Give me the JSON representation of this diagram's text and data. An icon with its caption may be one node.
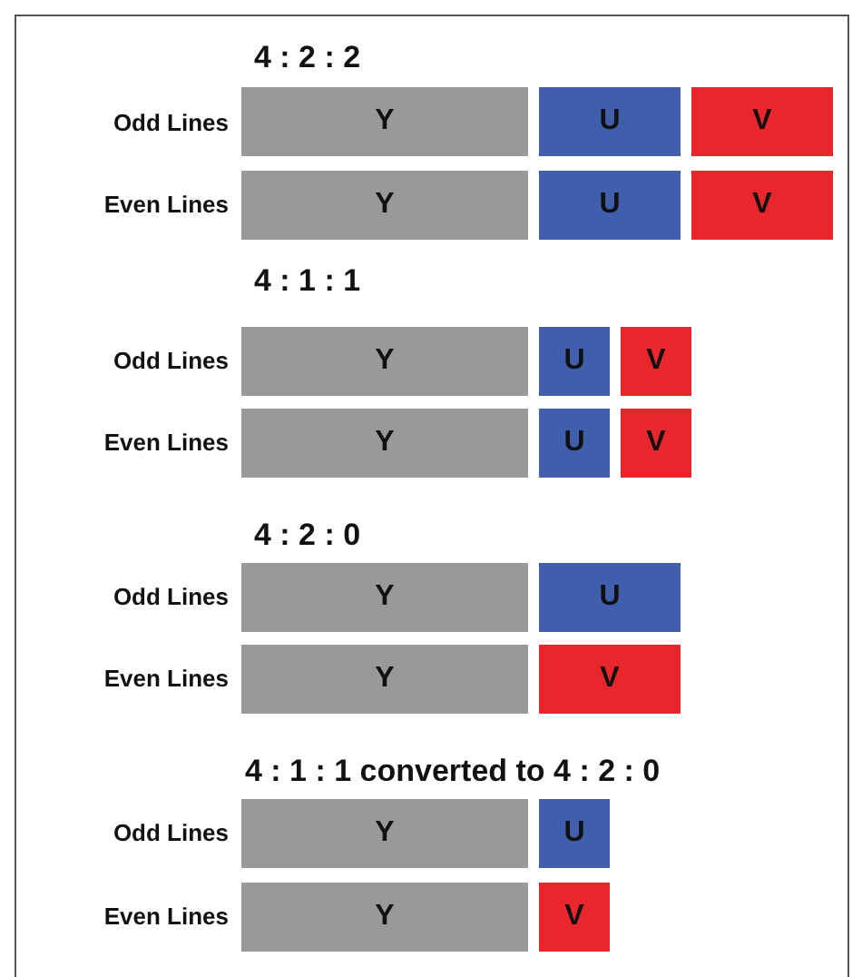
{
  "diagram": {
    "nodes": [
      {
        "text": [
          "Y"
        ]
      },
      {
        "text": [
          "U"
        ]
      },
      {
        "text": [
          "V"
        ]
      },
      {
        "text": [
          "Y"
        ]
      },
      {
        "text": [
          "U"
        ]
      },
      {
        "text": [
          "V"
        ]
      },
      {
        "text": [
          "Y"
        ]
      },
      {
        "text": [
          "U"
        ]
      },
      {
        "text": [
          "V"
        ]
      },
      {
        "text": [
          "Y"
        ]
      },
      {
        "text": [
          "U"
        ]
      },
      {
        "text": [
          "V"
        ]
      },
      {
        "text": [
          "Y"
        ]
      },
      {
        "text": [
          "U"
        ]
      },
      {
        "text": [
          "Y"
        ]
      },
      {
        "text": [
          "V"
        ]
      },
      {
        "text": [
          "Y"
        ]
      },
      {
        "text": [
          "U"
        ]
      },
      {
        "text": [
          "Y"
        ]
      },
      {
        "text": [
          "V"
        ]
      }
    ],
    "labels": [
      "4 : 2 : 2",
      "Odd Lines",
      "Even Lines",
      "4 : 1 : 1",
      "Odd Lines",
      "Even Lines",
      "4 : 2 : 0",
      "Odd Lines",
      "Even Lines",
      "4 : 1 : 1 converted to 4 : 2 : 0",
      "Odd Lines",
      "Even Lines"
    ]
  }
}
